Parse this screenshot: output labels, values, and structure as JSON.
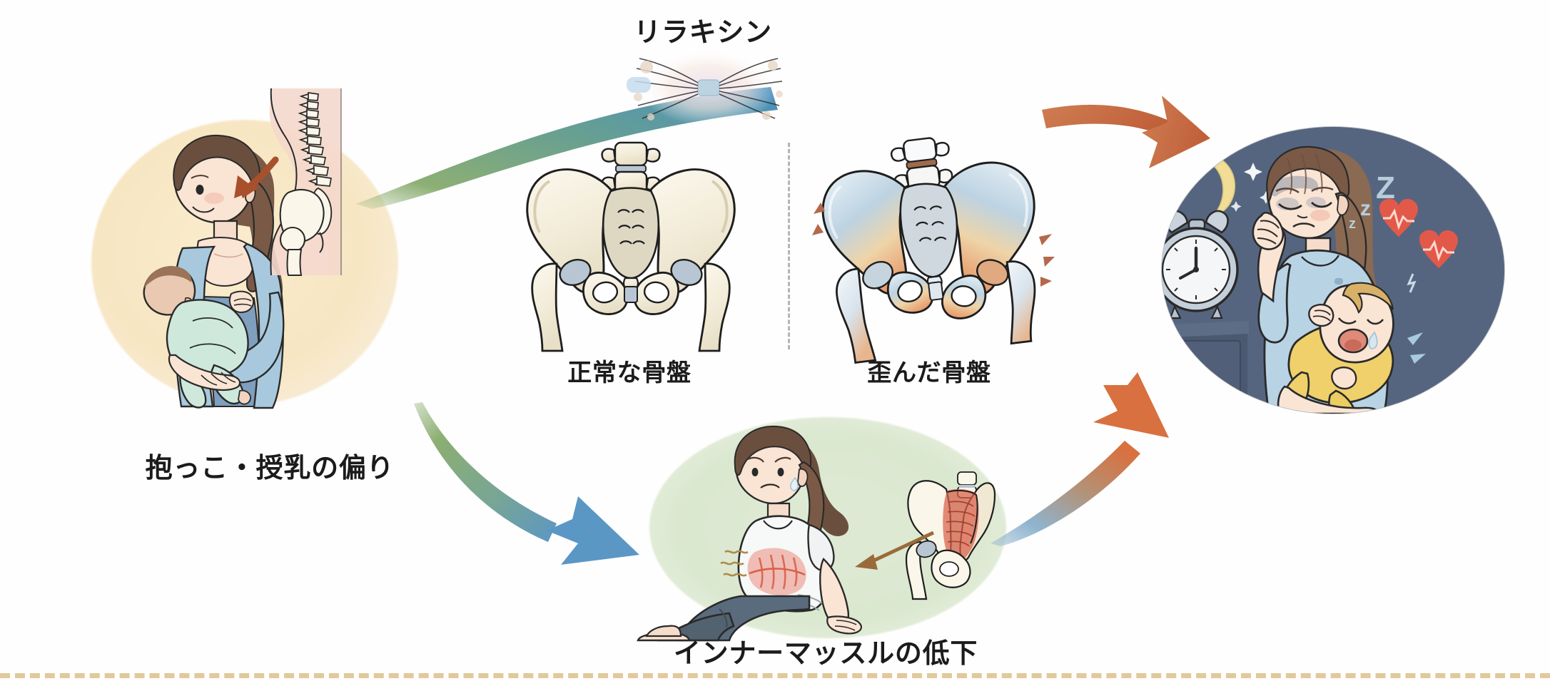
{
  "figure": {
    "type": "diagram",
    "subject": "Postpartum pelvic distortion causal flow diagram (Japanese)",
    "background_color": "#ffffff"
  },
  "labels": {
    "relaxin": "リラキシン",
    "left_caption": "抱っこ・授乳の偏り",
    "normal_pelvis": "正常な骨盤",
    "skewed_pelvis": "歪んだ骨盤",
    "inner_muscle": "インナーマッスルの低下"
  },
  "panels": {
    "left": {
      "name": "breastfeeding-mother-panel",
      "caption": "抱っこ・授乳の偏り",
      "oval_color": "#f7e6c2",
      "elements": [
        "mother-breastfeeding-illustration",
        "spine-pelvis-side-view",
        "brown-pointer-arrow"
      ]
    },
    "center_top": {
      "name": "pelvis-comparison-panel",
      "left_label": "正常な骨盤",
      "right_label": "歪んだ骨盤",
      "divider": "dashed-vertical-divider"
    },
    "bottom": {
      "name": "inner-muscle-panel",
      "caption": "インナーマッスルの低下",
      "oval_color": "#dbe8d0",
      "elements": [
        "seated-woman-illustration",
        "pelvic-floor-muscle-diagram",
        "brown-pointer-arrow",
        "abdominal-pain-highlight"
      ]
    },
    "right": {
      "name": "tired-mother-night-panel",
      "oval_color": "#56657f",
      "elements": [
        "crescent-moon-icon",
        "star-icon",
        "alarm-clock-icon",
        "sleep-zzz-text",
        "heartbeat-icon",
        "tired-mother-illustration",
        "crying-baby-illustration"
      ],
      "zzz_text": "Zzz"
    }
  },
  "arrows": [
    {
      "name": "arrow-top-left-arc",
      "from": "抱っこ・授乳の偏り",
      "to": "リラキシン",
      "style": "curved-band",
      "gradient": [
        "#7fa86a",
        "#4a8fc0"
      ]
    },
    {
      "name": "arrow-top-right",
      "from": "歪んだ骨盤",
      "to": "tired-mother-night-panel",
      "style": "solid-arrow",
      "color": "#c0603a"
    },
    {
      "name": "arrow-bottom-left",
      "from": "抱っこ・授乳の偏り",
      "to": "インナーマッスルの低下",
      "style": "tapered-curve",
      "gradient": [
        "#8cae72",
        "#5b97c4"
      ]
    },
    {
      "name": "arrow-bottom-right",
      "from": "インナーマッスルの低下",
      "to": "tired-mother-night-panel",
      "style": "tapered-curve",
      "gradient": [
        "#8fb4cf",
        "#d9703f"
      ]
    }
  ],
  "colors": {
    "bone": "#f4efdf",
    "bone_outline": "#1e1e1e",
    "cartilage": "#b8c6d4",
    "pain_orange": "#e08a4c",
    "pain_red": "#d9604a",
    "accent_orange": "#c0603a",
    "accent_blue": "#5b97c4",
    "accent_green": "#8cae72",
    "night_navy": "#56657f",
    "moon_yellow": "#f2dd96",
    "heart_red": "#e2594a",
    "skin": "#f7e0cf",
    "skin_shadow": "#e8c6ae",
    "hair_brown": "#6b4f3e",
    "hair_light": "#8a6a52",
    "shirt_blue": "#a8c9dd",
    "shirt_white": "#f7f8f8",
    "jeans": "#5a6b7d",
    "baby_yellow": "#f0d06a",
    "baby_mint": "#c9e4d8",
    "dash_gold": "#d8b87a",
    "divider_gray": "#a8a8a8"
  }
}
